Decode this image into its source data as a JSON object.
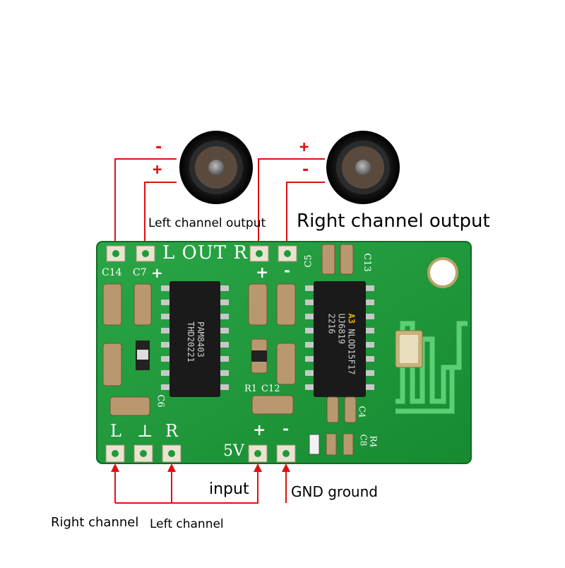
{
  "labels": {
    "left_channel_output": "Left channel output",
    "right_channel_output": "Right channel output",
    "input": "input",
    "gnd_ground": "GND ground",
    "right_channel": "Right channel",
    "left_channel": "Left channel"
  },
  "speaker_polarity": {
    "left_top": "-",
    "left_bottom": "+",
    "right_top": "+",
    "right_bottom": "-"
  },
  "silkscreen": {
    "out_header": "L OUT R",
    "c14": "C14",
    "c7": "C7",
    "plus_left": "+",
    "plus_right": "+",
    "minus_right": "-",
    "c5": "C5",
    "c13": "C13",
    "bottom_l": "L",
    "bottom_gnd": "⊥",
    "bottom_r": "R",
    "v5": "5V",
    "in_plus": "+",
    "in_minus": "-",
    "c4": "C4",
    "c8": "C8",
    "r4": "R4",
    "c12": "C12",
    "c6": "C6",
    "r1": "R1"
  },
  "chips": {
    "left_line1": "PAM8403",
    "left_line2": "THD20221",
    "right_logo": "A3",
    "right_line1": "NLOD15F17",
    "right_line2": "UJ6819",
    "right_line3": "2216"
  },
  "colors": {
    "pcb": "#1f9a3a",
    "wire": "#e01010",
    "arrow": "#e01010"
  }
}
